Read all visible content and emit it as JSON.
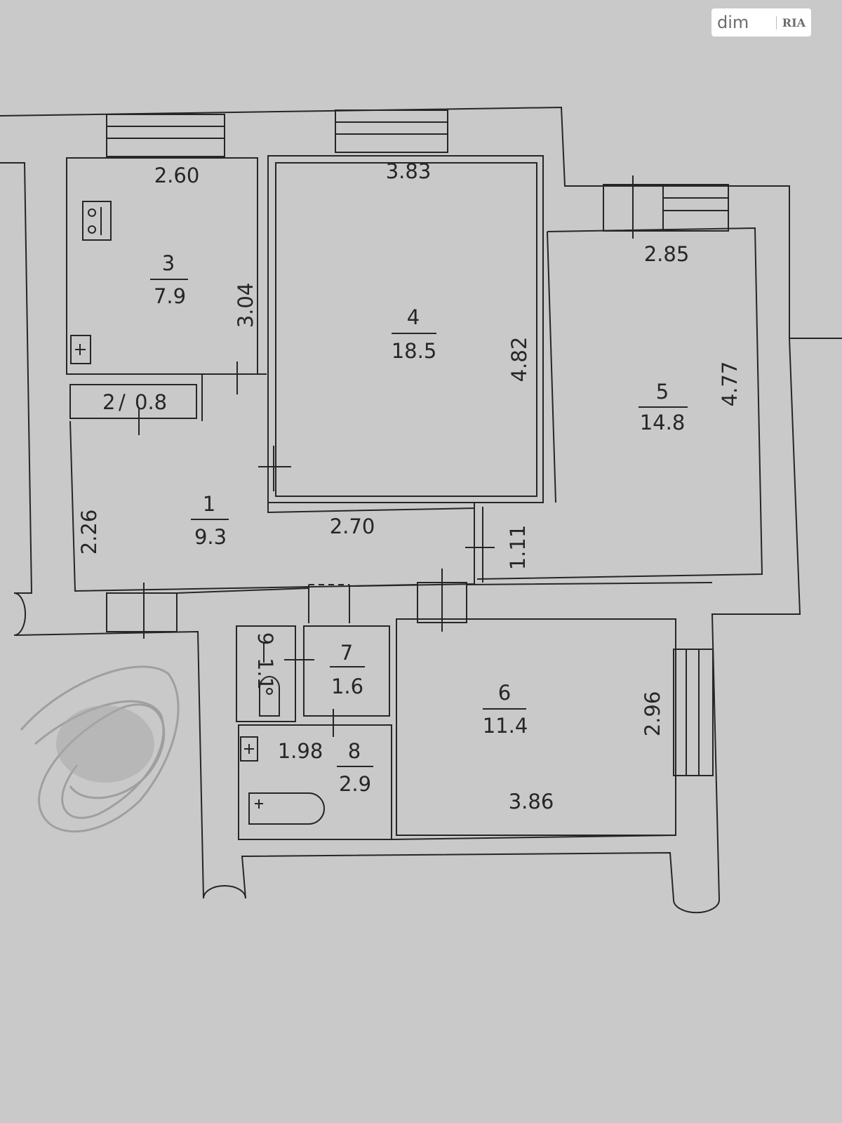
{
  "watermark": {
    "brand_left": "dim",
    "brand_right": "RIA"
  },
  "rooms": [
    {
      "number": "1",
      "area": "9.3"
    },
    {
      "number": "2",
      "area": "0.8"
    },
    {
      "number": "3",
      "area": "7.9"
    },
    {
      "number": "4",
      "area": "18.5"
    },
    {
      "number": "5",
      "area": "14.8"
    },
    {
      "number": "6",
      "area": "11.4"
    },
    {
      "number": "7",
      "area": "1.6"
    },
    {
      "number": "8",
      "area": "2.9"
    },
    {
      "number": "9",
      "area": "1.1"
    }
  ],
  "dimensions": {
    "room3_width": "2.60",
    "room3_depth": "3.04",
    "room4_width": "3.83",
    "room4_depth": "4.82",
    "room5_width": "2.85",
    "room5_depth": "4.77",
    "room1_width": "2.70",
    "room1_depth": "2.26",
    "corridor_width": "1.11",
    "room8_width": "1.98",
    "room6_width": "3.86",
    "room6_depth": "2.96"
  },
  "colors": {
    "paper": "#c9c9c9",
    "ink": "#262626",
    "watermark_bg": "#ffffff"
  }
}
